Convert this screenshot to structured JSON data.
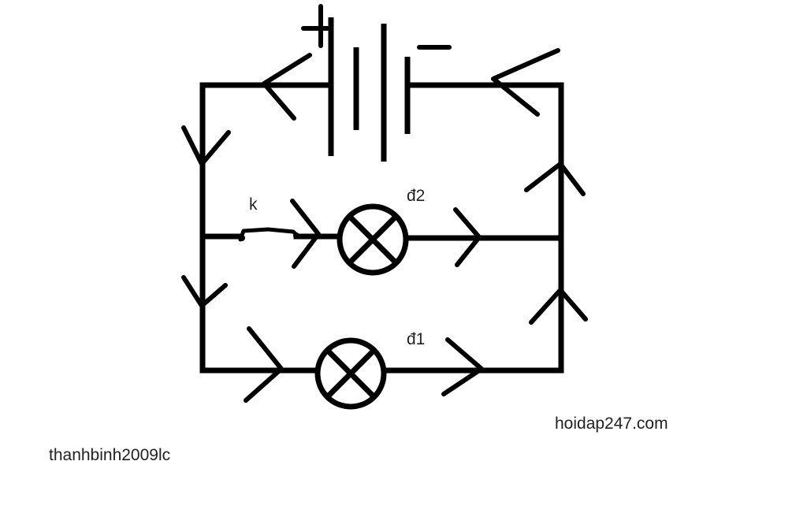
{
  "labels": {
    "plus": "+",
    "minus": "−",
    "switch": "k",
    "lamp2": "đ2",
    "lamp1": "đ1"
  },
  "watermarks": {
    "site": "hoidap247.com",
    "author": "thanhbinh2009lc"
  },
  "icons": [
    "battery-icon",
    "lamp-icon",
    "switch-icon",
    "arrow-icon"
  ],
  "colors": {
    "line": "#000000",
    "text": "#222222",
    "background": "#ffffff"
  }
}
